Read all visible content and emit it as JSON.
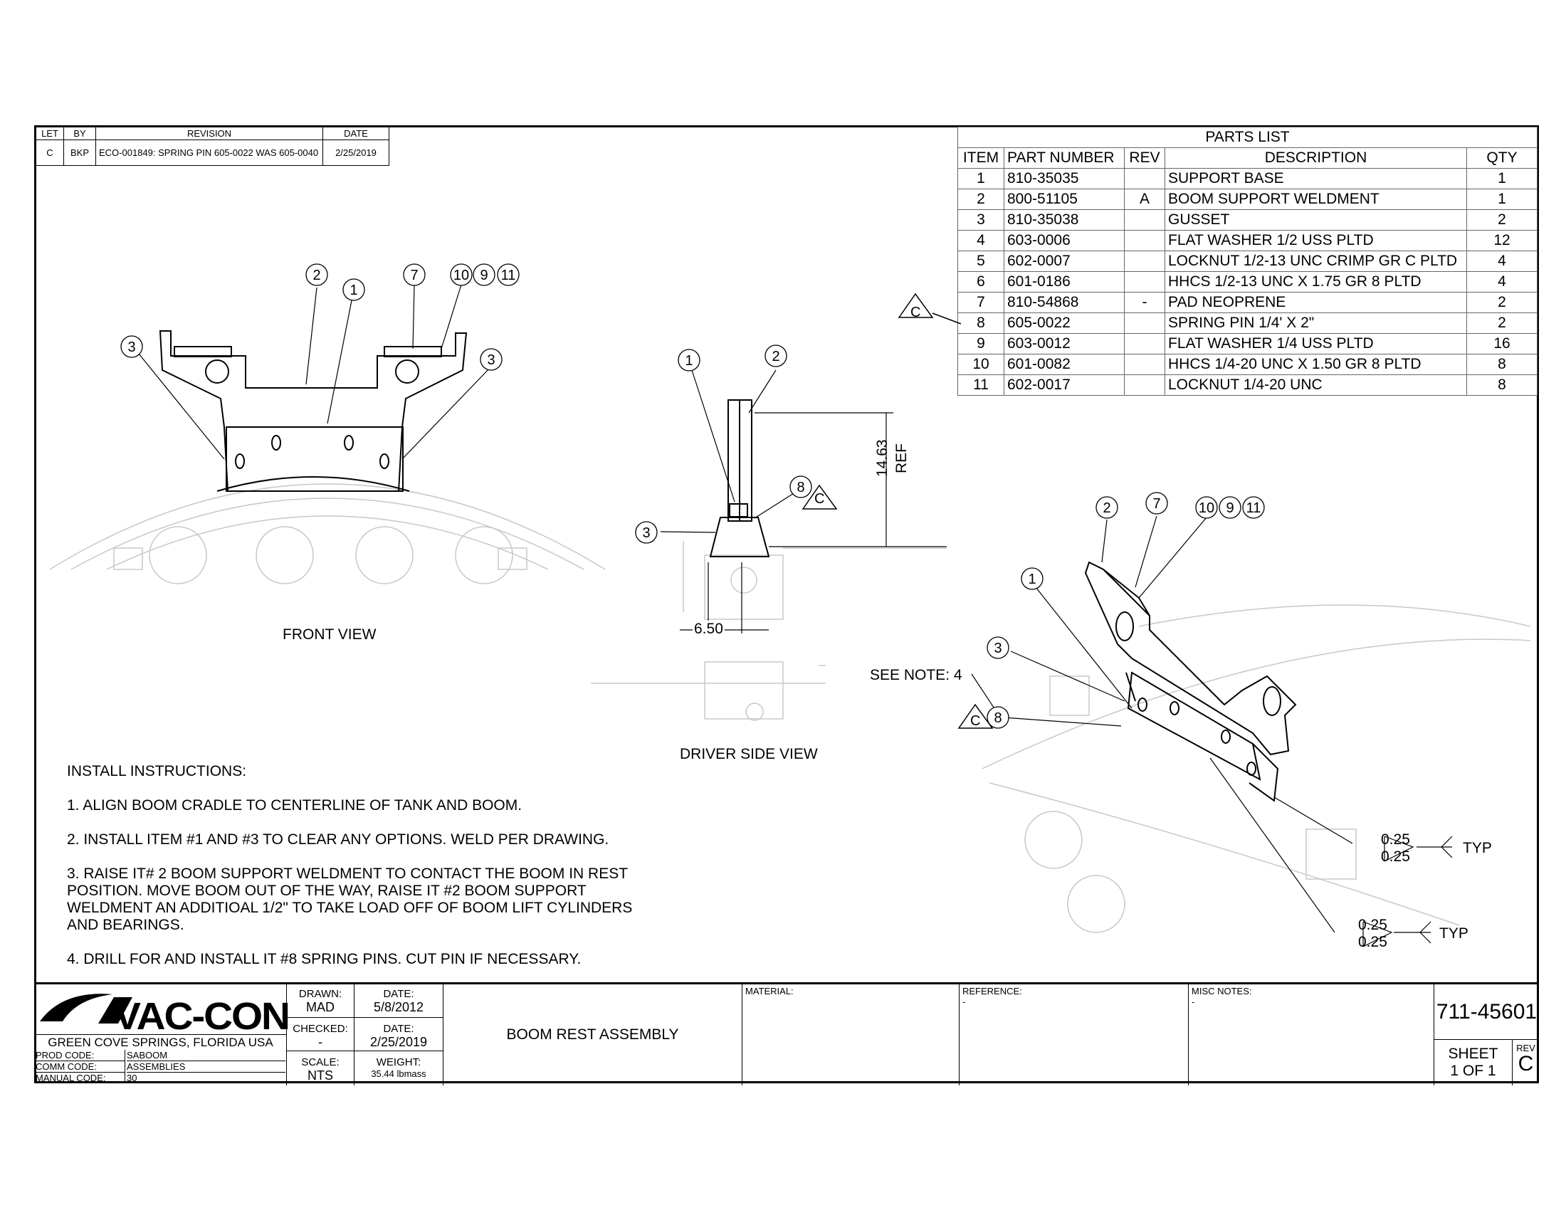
{
  "revision_block": {
    "headers": [
      "LET",
      "BY",
      "REVISION",
      "DATE"
    ],
    "rows": [
      {
        "let": "C",
        "by": "BKP",
        "revision": "ECO-001849: SPRING PIN 605-0022 WAS 605-0040",
        "date": "2/25/2019"
      }
    ]
  },
  "parts_list": {
    "title": "PARTS LIST",
    "headers": [
      "ITEM",
      "PART NUMBER",
      "REV",
      "DESCRIPTION",
      "QTY"
    ],
    "rows": [
      {
        "item": "1",
        "part": "810-35035",
        "rev": "",
        "desc": "SUPPORT BASE",
        "qty": "1"
      },
      {
        "item": "2",
        "part": "800-51105",
        "rev": "A",
        "desc": "BOOM SUPPORT WELDMENT",
        "qty": "1"
      },
      {
        "item": "3",
        "part": "810-35038",
        "rev": "",
        "desc": "GUSSET",
        "qty": "2"
      },
      {
        "item": "4",
        "part": "603-0006",
        "rev": "",
        "desc": "FLAT WASHER 1/2 USS PLTD",
        "qty": "12"
      },
      {
        "item": "5",
        "part": "602-0007",
        "rev": "",
        "desc": "LOCKNUT 1/2-13 UNC CRIMP GR C PLTD",
        "qty": "4"
      },
      {
        "item": "6",
        "part": "601-0186",
        "rev": "",
        "desc": "HHCS 1/2-13 UNC X 1.75 GR 8 PLTD",
        "qty": "4"
      },
      {
        "item": "7",
        "part": "810-54868",
        "rev": "-",
        "desc": "PAD NEOPRENE",
        "qty": "2"
      },
      {
        "item": "8",
        "part": "605-0022",
        "rev": "",
        "desc": "SPRING PIN 1/4' X 2\"",
        "qty": "2"
      },
      {
        "item": "9",
        "part": "603-0012",
        "rev": "",
        "desc": "FLAT WASHER 1/4 USS PLTD",
        "qty": "16"
      },
      {
        "item": "10",
        "part": "601-0082",
        "rev": "",
        "desc": "HHCS 1/4-20 UNC X 1.50 GR 8 PLTD",
        "qty": "8"
      },
      {
        "item": "11",
        "part": "602-0017",
        "rev": "",
        "desc": "LOCKNUT 1/4-20 UNC",
        "qty": "8"
      }
    ]
  },
  "views": {
    "front": "FRONT VIEW",
    "driver_side": "DRIVER SIDE VIEW",
    "dim_height": "14.63",
    "dim_height_ref": "REF",
    "dim_width": "6.50",
    "see_note": "SEE NOTE: 4",
    "weld_size": "0.25",
    "typ": "TYP",
    "rev_flag": "C"
  },
  "balloons": {
    "front": [
      "2",
      "1",
      "7",
      "10",
      "9",
      "11",
      "3",
      "3"
    ],
    "side": [
      "1",
      "2",
      "8",
      "3"
    ],
    "iso": [
      "2",
      "7",
      "10",
      "9",
      "11",
      "1",
      "3",
      "8"
    ]
  },
  "instructions": {
    "title": "INSTALL INSTRUCTIONS:",
    "steps": [
      "1. ALIGN BOOM CRADLE TO CENTERLINE OF TANK AND BOOM.",
      "2. INSTALL ITEM #1 AND #3 TO CLEAR ANY OPTIONS. WELD PER DRAWING.",
      "3. RAISE IT# 2 BOOM SUPPORT WELDMENT TO CONTACT THE BOOM IN REST\nPOSITION. MOVE BOOM OUT OF THE WAY, RAISE IT #2 BOOM SUPPORT\nWELDMENT AN ADDITIOAL 1/2\" TO TAKE LOAD OFF OF BOOM LIFT CYLINDERS\nAND BEARINGS.",
      "4. DRILL FOR AND INSTALL IT #8 SPRING PINS. CUT PIN IF NECESSARY."
    ]
  },
  "title_block": {
    "logo_text": "VAC-CON",
    "location": "GREEN COVE SPRINGS, FLORIDA USA",
    "prod_code_label": "PROD CODE:",
    "prod_code": "SABOOM",
    "comm_code_label": "COMM CODE:",
    "comm_code": "ASSEMBLIES",
    "manual_code_label": "MANUAL CODE:",
    "manual_code": "30",
    "drawn_label": "DRAWN:",
    "drawn": "MAD",
    "date_label": "DATE:",
    "drawn_date": "5/8/2012",
    "checked_label": "CHECKED:",
    "checked": "-",
    "checked_date": "2/25/2019",
    "scale_label": "SCALE:",
    "scale": "NTS",
    "weight_label": "WEIGHT:",
    "weight": "35.44 lbmass",
    "title": "BOOM REST ASSEMBLY",
    "material_label": "MATERIAL:",
    "reference_label": "REFERENCE:",
    "reference": "-",
    "misc_label": "MISC NOTES:",
    "misc": "-",
    "drawing_number": "711-45601",
    "sheet_label": "SHEET",
    "sheet": "1  OF 1",
    "rev_label": "REV",
    "rev": "C"
  }
}
